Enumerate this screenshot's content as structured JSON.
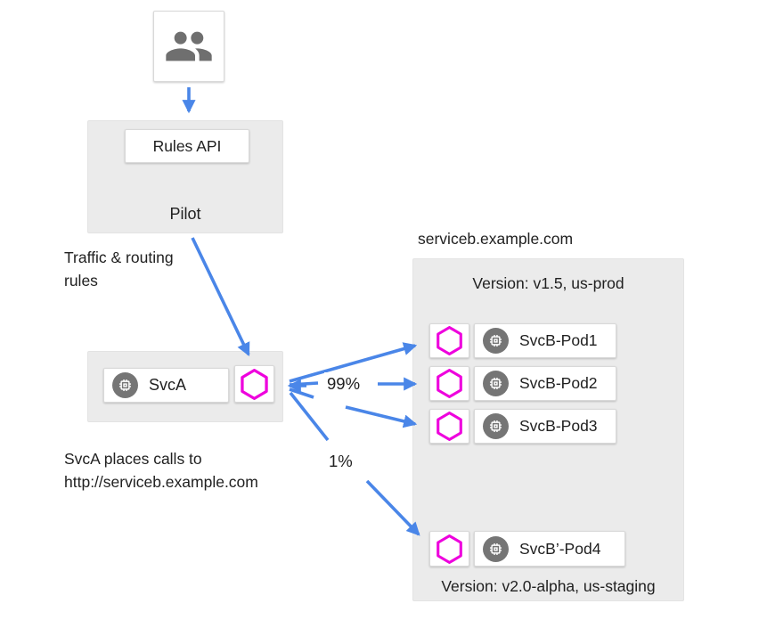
{
  "colors": {
    "arrow_blue": "#4a86e8",
    "panel_gray": "#ebebeb",
    "hexagon_magenta": "#ee00dd",
    "icon_gray": "#757575",
    "text": "#212121"
  },
  "pilot": {
    "rules_api_label": "Rules API",
    "label": "Pilot"
  },
  "annotations": {
    "traffic_rules": [
      "Traffic & routing",
      "rules"
    ],
    "svca_caption": [
      "SvcA places calls to",
      "http://serviceb.example.com"
    ],
    "pct_major": "99%",
    "pct_minor": "1%"
  },
  "svca": {
    "label": "SvcA"
  },
  "serviceb": {
    "title": "serviceb.example.com",
    "version_top": "Version: v1.5, us-prod",
    "version_bottom": "Version: v2.0-alpha, us-staging",
    "pods": [
      "SvcB-Pod1",
      "SvcB-Pod2",
      "SvcB-Pod3",
      "SvcB’-Pod4"
    ]
  }
}
